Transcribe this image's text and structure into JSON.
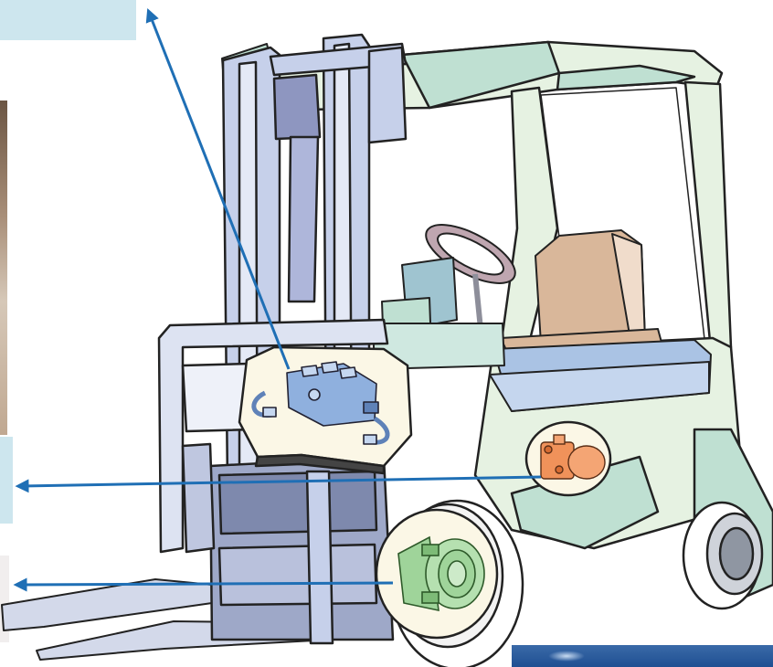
{
  "figure": {
    "subject": "forklift",
    "components": [
      {
        "name": "control-valve",
        "color": "#8fb0de"
      },
      {
        "name": "hydraulic-pump",
        "color": "#f0925a"
      },
      {
        "name": "drive-motor",
        "color": "#9fd49a"
      }
    ],
    "colors": {
      "body": "#e6f2e2",
      "mast": "#c6d0ea",
      "seat": "#d9b79a",
      "cabin_floor": "#aac3e4",
      "arrow": "#1f6fb5",
      "callout_panel": "#cde6ee",
      "tire": "#ffffff"
    }
  }
}
